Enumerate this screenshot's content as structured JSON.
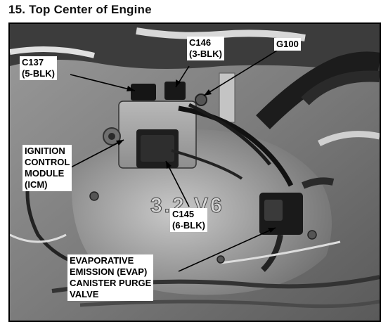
{
  "figure": {
    "title": "15. Top Center of Engine"
  },
  "callouts": {
    "c137": {
      "line1": "C137",
      "line2": "(5-BLK)"
    },
    "c146": {
      "line1": "C146",
      "line2": "(3-BLK)"
    },
    "g100": {
      "line1": "G100"
    },
    "icm": {
      "line1": "IGNITION",
      "line2": "CONTROL",
      "line3": "MODULE",
      "line4": "(ICM)"
    },
    "c145": {
      "line1": "C145",
      "line2": "(6-BLK)"
    },
    "evap": {
      "line1": "EVAPORATIVE",
      "line2": "EMISSION (EVAP)",
      "line3": "CANISTER PURGE",
      "line4": "VALVE"
    }
  },
  "engine_marking": "3.2 V6"
}
